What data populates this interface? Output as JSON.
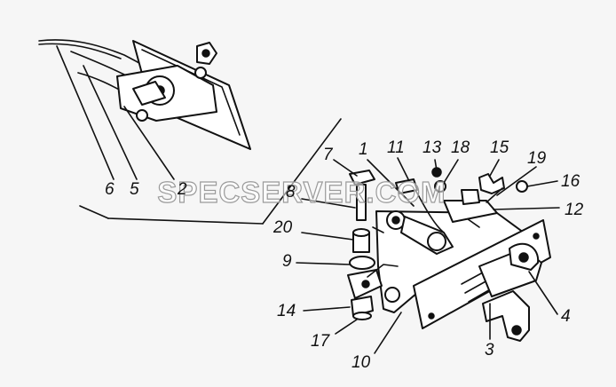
{
  "callouts": [
    {
      "id": "1",
      "label": "1"
    },
    {
      "id": "2",
      "label": "2"
    },
    {
      "id": "3",
      "label": "3"
    },
    {
      "id": "4",
      "label": "4"
    },
    {
      "id": "5",
      "label": "5"
    },
    {
      "id": "6",
      "label": "6"
    },
    {
      "id": "7",
      "label": "7"
    },
    {
      "id": "8",
      "label": "8"
    },
    {
      "id": "9",
      "label": "9"
    },
    {
      "id": "10",
      "label": "10"
    },
    {
      "id": "11",
      "label": "11"
    },
    {
      "id": "12",
      "label": "12"
    },
    {
      "id": "13",
      "label": "13"
    },
    {
      "id": "14",
      "label": "14"
    },
    {
      "id": "15",
      "label": "15"
    },
    {
      "id": "16",
      "label": "16"
    },
    {
      "id": "17",
      "label": "17"
    },
    {
      "id": "18",
      "label": "18"
    },
    {
      "id": "19",
      "label": "19"
    },
    {
      "id": "20",
      "label": "20"
    }
  ],
  "watermark": "SPECSERVER.COM"
}
